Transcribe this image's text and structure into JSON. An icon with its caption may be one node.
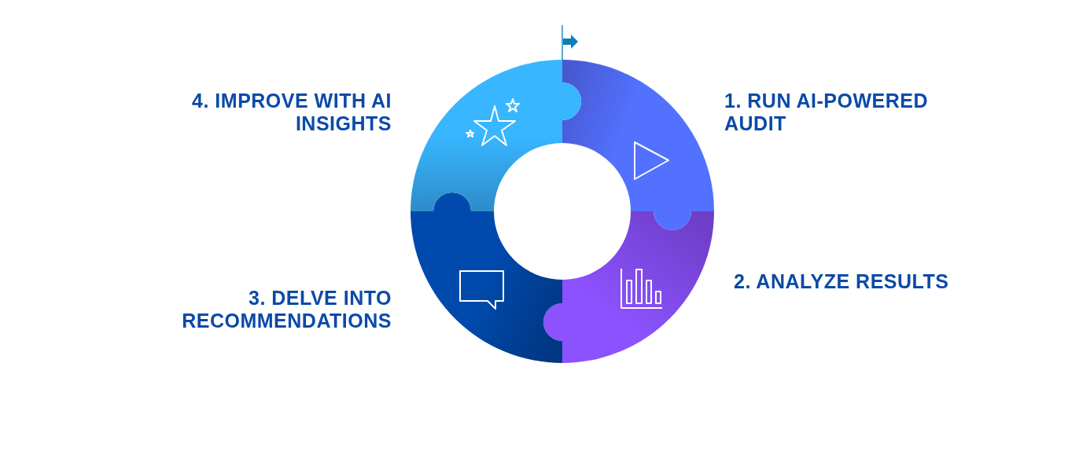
{
  "diagram": {
    "nodes": [
      {
        "text": [],
        "shape": "arc",
        "beside": [
          "1. RUN AI-POWERED AUDIT"
        ]
      },
      {
        "text": [],
        "shape": "arc",
        "beside": [
          "2. ANALYZE RESULTS"
        ]
      },
      {
        "text": [],
        "shape": "arc",
        "beside": [
          "3. DELVE INTO RECOMMENDATIONS"
        ]
      },
      {
        "text": [],
        "shape": "arc",
        "beside": [
          "4. IMPROVE WITH AI INSIGHTS"
        ]
      }
    ],
    "edges": []
  }
}
